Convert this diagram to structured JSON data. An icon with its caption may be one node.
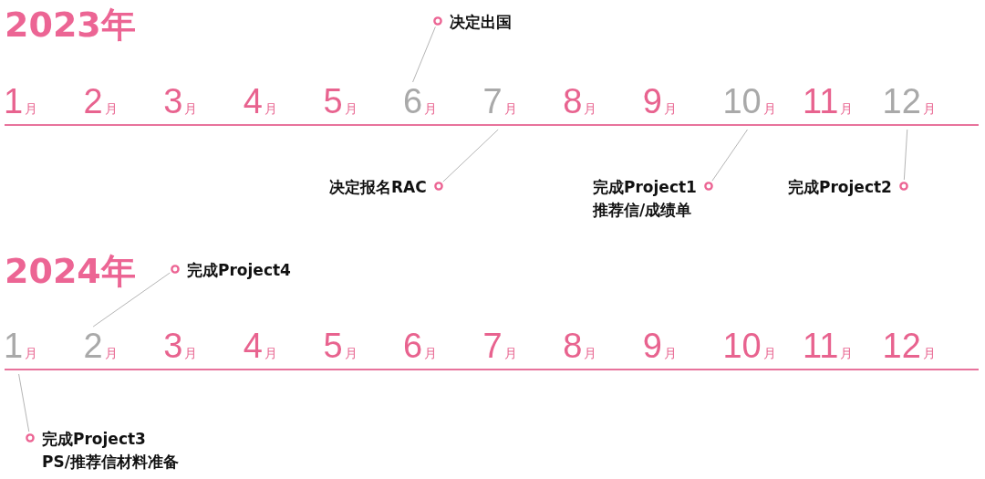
{
  "diagram": {
    "nodes": [
      {
        "text": [
          "1",
          "月"
        ]
      },
      {
        "text": [
          "2",
          "月"
        ]
      },
      {
        "text": [
          "3",
          "月"
        ]
      },
      {
        "text": [
          "4",
          "月"
        ]
      },
      {
        "text": [
          "5",
          "月"
        ]
      },
      {
        "text": [
          "6",
          "月"
        ]
      },
      {
        "text": [
          "7",
          "月"
        ]
      },
      {
        "text": [
          "8",
          "月"
        ]
      },
      {
        "text": [
          "9",
          "月"
        ]
      },
      {
        "text": [
          "10",
          "月"
        ]
      },
      {
        "text": [
          "11",
          "月"
        ]
      },
      {
        "text": [
          "12",
          "月"
        ]
      },
      {
        "text": [
          "1",
          "月"
        ]
      },
      {
        "text": [
          "2",
          "月"
        ]
      },
      {
        "text": [
          "3",
          "月"
        ]
      },
      {
        "text": [
          "4",
          "月"
        ]
      },
      {
        "text": [
          "5",
          "月"
        ]
      },
      {
        "text": [
          "6",
          "月"
        ]
      },
      {
        "text": [
          "7",
          "月"
        ]
      },
      {
        "text": [
          "8",
          "月"
        ]
      },
      {
        "text": [
          "9",
          "月"
        ]
      },
      {
        "text": [
          "10",
          "月"
        ]
      },
      {
        "text": [
          "11",
          "月"
        ]
      },
      {
        "text": [
          "12",
          "月"
        ]
      },
      {
        "text": [
          "决定出国"
        ]
      },
      {
        "text": [
          "决定报名RAC"
        ]
      },
      {
        "text": [
          "完成Project1",
          "推荐信/成绩单"
        ]
      },
      {
        "text": [
          "完成Project2"
        ]
      },
      {
        "text": [
          "完成Project4"
        ]
      },
      {
        "text": [
          "完成Project3",
          "PS/推荐信材料准备"
        ]
      }
    ],
    "edges": [
      {
        "from": 24,
        "to": 5,
        "arrow": "none"
      },
      {
        "from": 25,
        "to": 6,
        "arrow": "none"
      },
      {
        "from": 26,
        "to": 9,
        "arrow": "none"
      },
      {
        "from": 27,
        "to": 11,
        "arrow": "none"
      },
      {
        "from": 28,
        "to": 13,
        "arrow": "none"
      },
      {
        "from": 29,
        "to": 12,
        "arrow": "none"
      }
    ],
    "labels": [
      "2023年",
      "2024年"
    ]
  }
}
